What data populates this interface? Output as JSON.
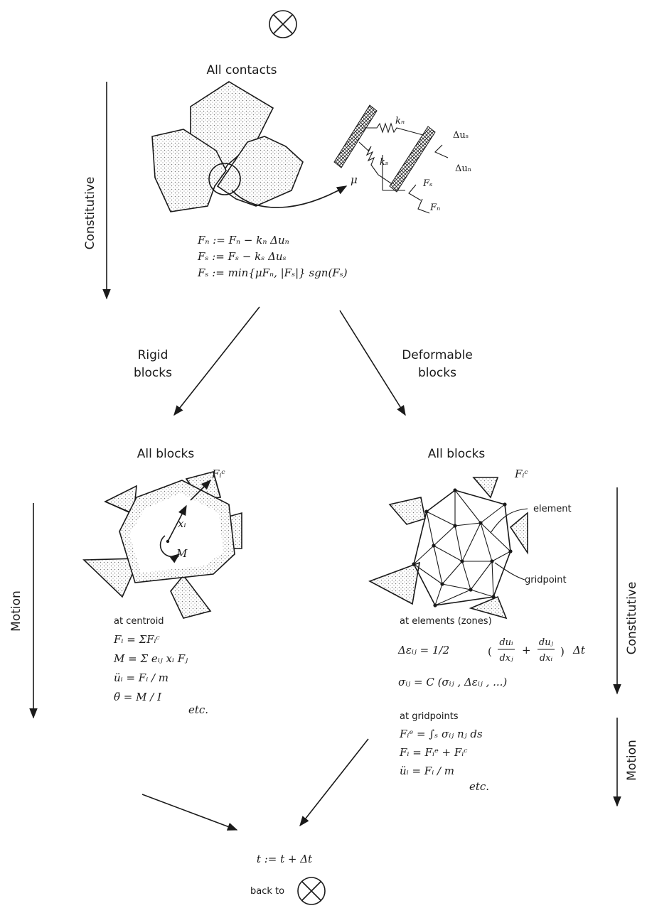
{
  "cycle_start": "⊗",
  "all_contacts_title": "All contacts",
  "left_axis_label": "Constitutive",
  "contact_model": {
    "kn": "kₙ",
    "ks": "kₛ",
    "mu": "μ",
    "du_s": "Δuₛ",
    "du_n": "Δuₙ",
    "Fs": "Fₛ",
    "Fn": "Fₙ"
  },
  "contact_equations": [
    "Fₙ := Fₙ − kₙ  Δuₙ",
    "Fₛ := Fₛ − kₛ  Δuₛ",
    "Fₛ := min{μFₙ, |Fₛ|} sgn(Fₛ)"
  ],
  "branch_left": [
    "Rigid",
    "blocks"
  ],
  "branch_right": [
    "Deformable",
    "blocks"
  ],
  "rigid": {
    "title": "All blocks",
    "fc_label": "Fᵢᶜ",
    "xi_label": "xᵢ",
    "m_label": "M",
    "side_label": "Motion",
    "subtitle": "at centroid",
    "equations": [
      "Fᵢ = ΣFᵢᶜ",
      "M = Σ eᵢⱼ xᵢ Fⱼ",
      "üᵢ = Fᵢ / m",
      "θ̈ = M / I"
    ],
    "etc": "etc."
  },
  "deformable": {
    "title": "All blocks",
    "fc_label": "Fᵢᶜ",
    "element_label": "element",
    "gridpoint_label": "gridpoint",
    "side_label_constitutive": "Constitutive",
    "side_label_motion": "Motion",
    "subtitle_elements": "at elements (zones)",
    "strain_lhs": "Δεᵢⱼ = 1/2",
    "strain_rhs": "Δt",
    "frac1_num": "duᵢ",
    "frac1_den": "dxⱼ",
    "frac2_num": "duⱼ",
    "frac2_den": "dxᵢ",
    "stress_eq": "σᵢⱼ  = C (σᵢⱼ , Δεᵢⱼ , ...)",
    "subtitle_gridpoints": "at gridpoints",
    "gp_equations": [
      "Fᵢᵉ = ∫ₛ σᵢⱼ nⱼ ds",
      "Fᵢ  = Fᵢᵉ + Fᵢᶜ",
      "üᵢ  = Fᵢ / m"
    ],
    "etc": "etc."
  },
  "time_update": "t := t + Δt",
  "back_to": "back to",
  "cycle_end": "⊗"
}
